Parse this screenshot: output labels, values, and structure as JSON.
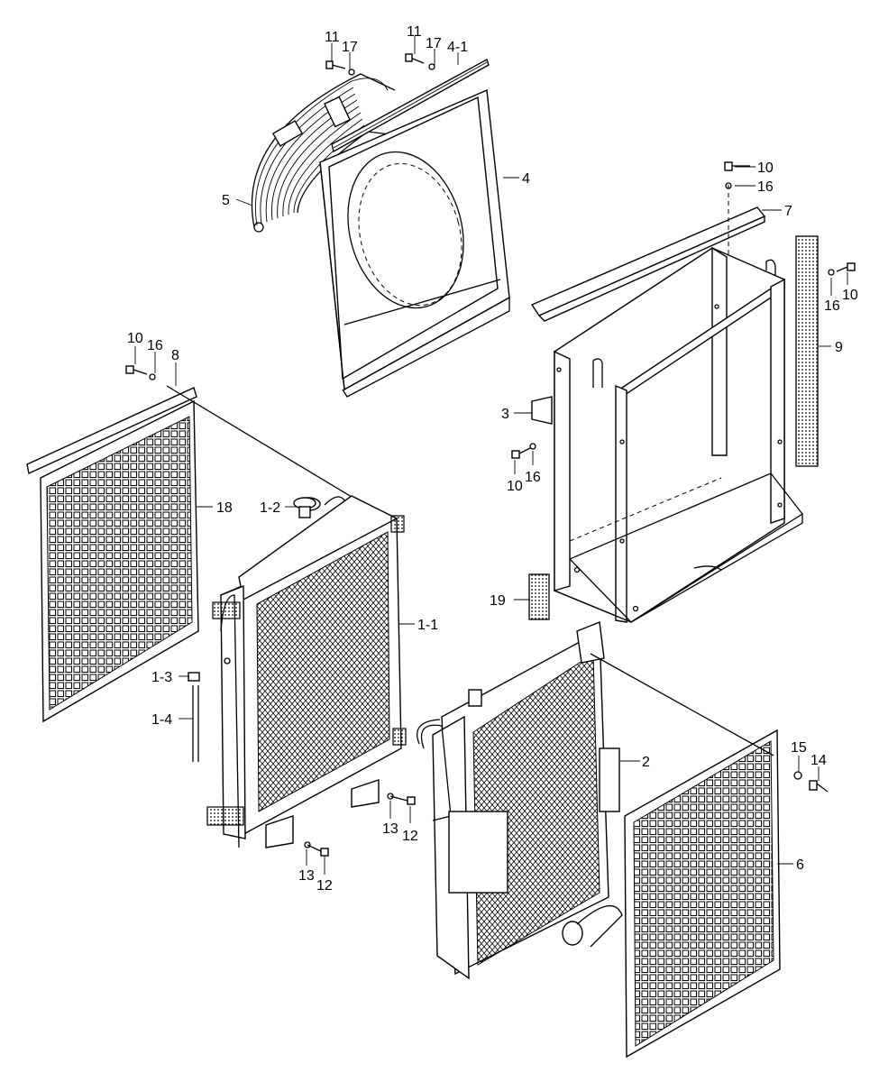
{
  "labels": {
    "p11a": "11",
    "p17a": "17",
    "p11b": "11",
    "p17b": "17",
    "p4_1": "4-1",
    "p4": "4",
    "p5": "5",
    "p10a": "10",
    "p16a": "16",
    "p7": "7",
    "p16b": "16",
    "p10b": "10",
    "p9": "9",
    "p3": "3",
    "p10c": "10",
    "p16c": "16",
    "p10d": "10",
    "p16d": "16",
    "p8": "8",
    "p18": "18",
    "p1_2": "1-2",
    "p1_1": "1-1",
    "p19": "19",
    "p1_3": "1-3",
    "p1_4": "1-4",
    "p2": "2",
    "p15": "15",
    "p14": "14",
    "p13a": "13",
    "p12a": "12",
    "p13b": "13",
    "p12b": "12",
    "p6": "6"
  }
}
